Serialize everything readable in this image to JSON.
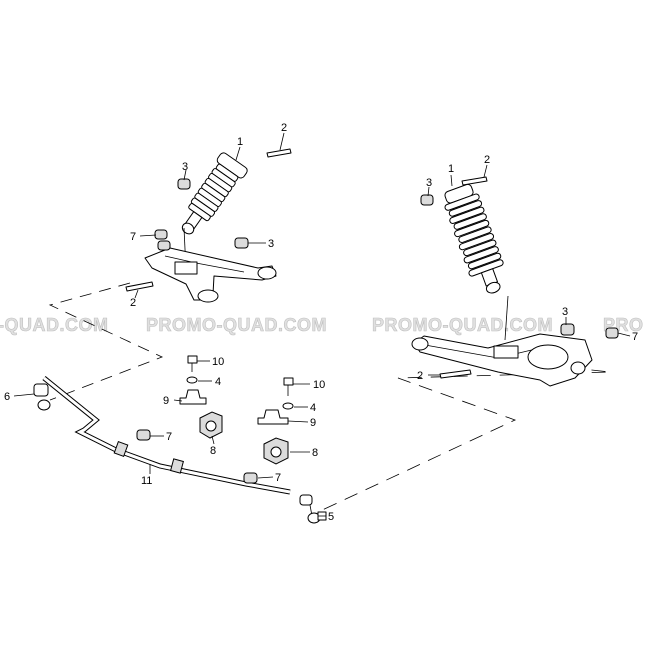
{
  "watermark": {
    "left": "-QUAD.COM",
    "center_left": "PROMO-QUAD.COM",
    "center_right": "PROMO-QUAD.COM",
    "right": "PRO"
  },
  "callouts": {
    "l_1": "1",
    "l_2_top": "2",
    "l_3_top": "3",
    "l_7": "7",
    "l_3_mid": "3",
    "l_2_bot": "2",
    "r_1": "1",
    "r_2_top": "2",
    "r_3_top": "3",
    "r_3_mid": "3",
    "r_7": "7",
    "r_2_bot": "2",
    "s_10a": "10",
    "s_4a": "4",
    "s_9a": "9",
    "s_8a": "8",
    "s_10b": "10",
    "s_4b": "4",
    "s_9b": "9",
    "s_8b": "8",
    "s_6": "6",
    "s_7a": "7",
    "s_11": "11",
    "s_7b": "7",
    "s_5": "5"
  }
}
